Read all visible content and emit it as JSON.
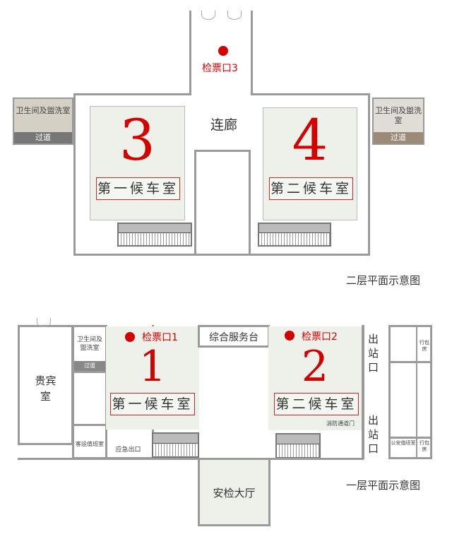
{
  "floor2": {
    "caption": "二层平面示意图",
    "gate3": "检票口3",
    "corridor": "连廊",
    "room3": {
      "number": "3",
      "label": "第一候车室"
    },
    "room4": {
      "number": "4",
      "label": "第二候车室"
    },
    "left_annex": {
      "restroom": "卫生间及盥洗室",
      "passage": "过道"
    },
    "right_annex": {
      "restroom": "卫生间及盥洗室",
      "passage": "过道"
    }
  },
  "floor1": {
    "caption": "一层平面示意图",
    "vip": "贵宾室",
    "restroom": "卫生间及盥洗室",
    "passage": "过道",
    "duty_room": "客运值班室",
    "emergency_exit": "应急出口",
    "gate1": "检票口1",
    "gate2": "检票口2",
    "service_desk": "综合服务台",
    "room1": {
      "number": "1",
      "label": "第一候车室"
    },
    "room2": {
      "number": "2",
      "label": "第二候车室"
    },
    "fire_door": "消防通道门",
    "exit_top": "出站口",
    "exit_bottom": "出站口",
    "luggage_top": "行包房",
    "police": "公安值班室",
    "luggage_bottom": "行包房",
    "security_hall": "安检大厅"
  },
  "colors": {
    "accent": "#d40000",
    "room": "#eef1ea",
    "wall": "#9a9a9a"
  }
}
